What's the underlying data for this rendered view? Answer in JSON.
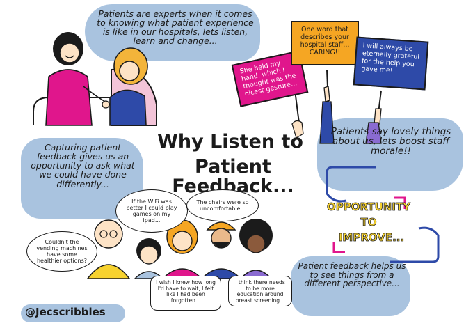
{
  "quote_top": "Patients are experts when it comes to knowing what patient experience is like in our hospitals, lets listen, learn and change...",
  "sign_pink": "She held my hand, which I thought was the nicest gesture...",
  "sign_orange": "One word that describes your hospital staff... CARING!!",
  "sign_blue": "I will always be eternally grateful for the help you gave me!",
  "title_line1": "Why Listen to",
  "title_line2": "Patient Feedback...",
  "quote_left": "Capturing patient feedback gives us an opportunity to ask what we could have done differently...",
  "quote_right": "Patients say lovely things about us, lets boost staff morale!!",
  "bubble_vending": "Couldn't the vending machines have some healthier options?",
  "bubble_wifi": "If the WiFi was better I could play games on my ipad...",
  "bubble_chairs": "The chairs were so uncomfortable...",
  "bubble_wait": "I wish I knew how long I'd have to wait, I felt like I had been forgotten...",
  "bubble_education": "I think there needs to be more education around breast screening...",
  "opportunity_line1": "OPPORTUNITY",
  "opportunity_line2": "TO",
  "opportunity_line3": "IMPROVE...",
  "quote_bottom_right": "Patient feedback helps us to see things from a different perspective...",
  "signature": "@Jecscribbles",
  "colors": {
    "blob": "#a9c3df",
    "pink": "#e0168c",
    "orange": "#f5a623",
    "blue": "#2e4aa8",
    "yellow": "#f7d22e",
    "purple": "#8a6bd1",
    "ink": "#1b1b1b"
  }
}
